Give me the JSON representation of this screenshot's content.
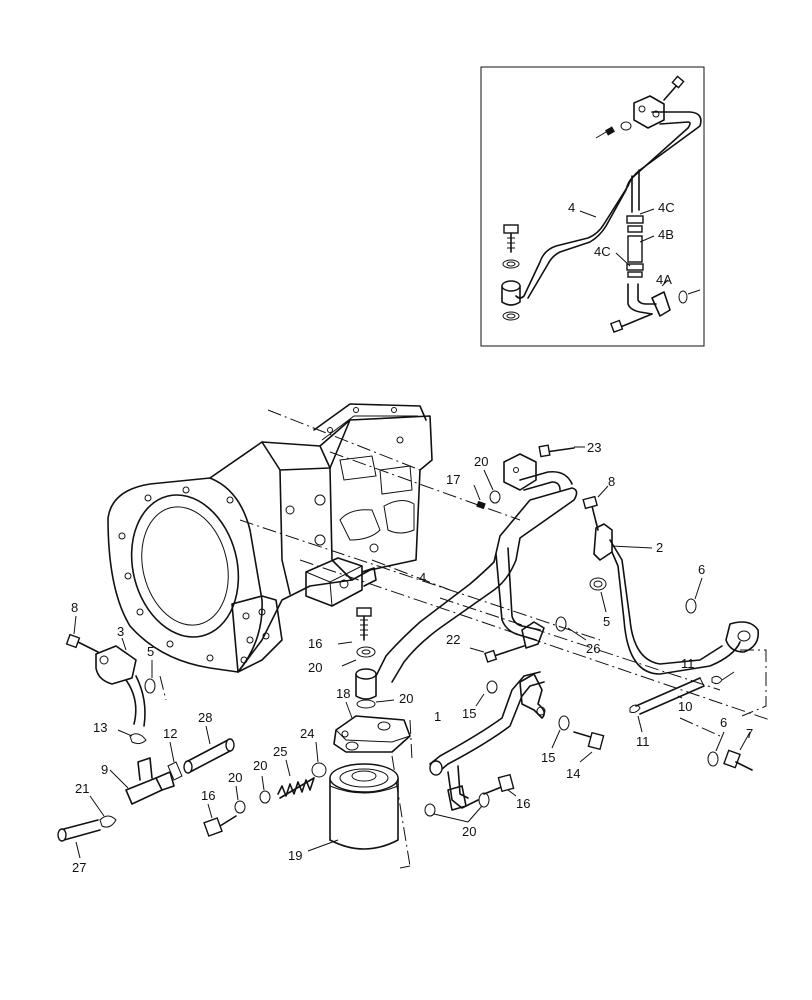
{
  "diagram": {
    "inset_labels": [
      "4",
      "4C",
      "4B",
      "4C",
      "4A"
    ],
    "main_labels": [
      "23",
      "20",
      "17",
      "8",
      "2",
      "6",
      "4",
      "5",
      "26",
      "22",
      "11",
      "10",
      "11",
      "6",
      "7",
      "8",
      "3",
      "5",
      "16",
      "20",
      "18",
      "20",
      "15",
      "1",
      "15",
      "14",
      "13",
      "12",
      "28",
      "24",
      "25",
      "9",
      "21",
      "20",
      "20",
      "16",
      "16",
      "20",
      "19",
      "27"
    ]
  }
}
